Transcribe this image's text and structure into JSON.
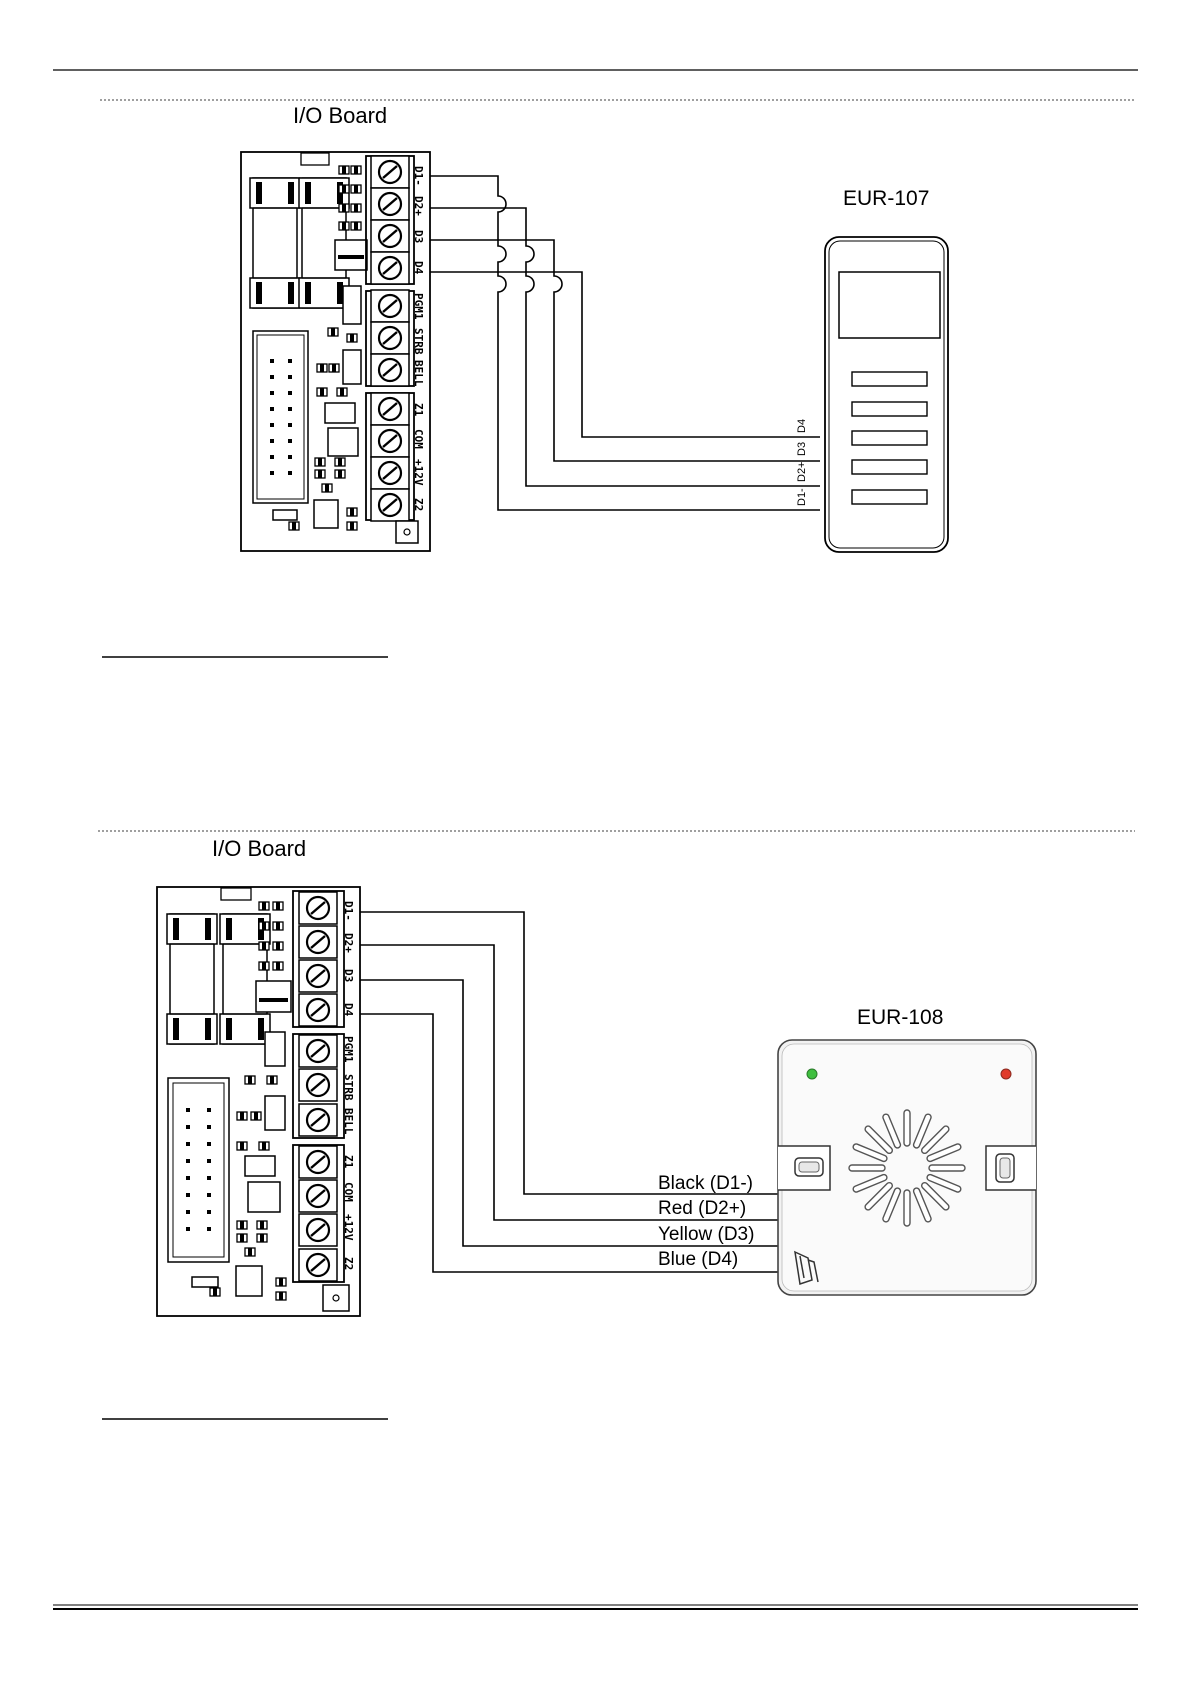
{
  "diagram1": {
    "board_title": "I/O Board",
    "device_title": "EUR-107",
    "terminals": [
      "D1-",
      "D2+",
      "D3",
      "D4",
      "PGM1",
      "STRB",
      "BELL",
      "Z1",
      "COM",
      "+12V",
      "Z2"
    ],
    "wire_labels": [
      "D4",
      "D3",
      "D2+",
      "D1-"
    ]
  },
  "diagram2": {
    "board_title": "I/O Board",
    "device_title": "EUR-108",
    "terminals": [
      "D1-",
      "D2+",
      "D3",
      "D4",
      "PGM1",
      "STRB",
      "BELL",
      "Z1",
      "COM",
      "+12V",
      "Z2"
    ],
    "wire_labels": [
      "Black (D1-)",
      "Red (D2+)",
      "Yellow (D3)",
      "Blue (D4)"
    ],
    "led_colors": {
      "left": "#3fbf3f",
      "right": "#e03a2a"
    }
  }
}
